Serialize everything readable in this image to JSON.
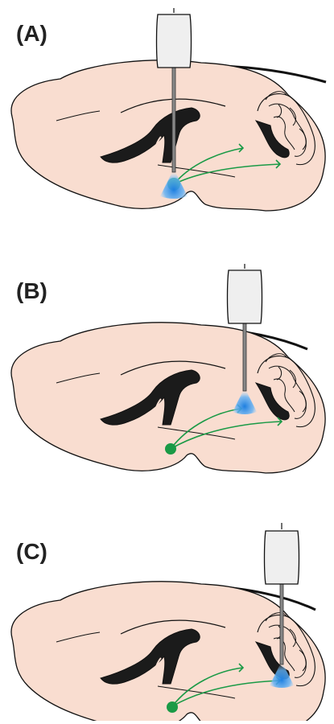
{
  "panels": [
    {
      "label": "(A)",
      "light_target": "ventral-cell-bodies"
    },
    {
      "label": "(B)",
      "light_target": "dorsal-axon-terminals"
    },
    {
      "label": "(C)",
      "light_target": "caudal-axon-terminals"
    }
  ],
  "colors": {
    "brain_fill": "#f9ddd0",
    "outline": "#111111",
    "neuron": "#1a9a46",
    "light": "#2b8fe6",
    "fiber_cap": "#efefef"
  },
  "icons": [
    "optical-fiber-icon",
    "brain-sagittal-icon",
    "neuron-soma-icon",
    "light-cone-icon"
  ]
}
